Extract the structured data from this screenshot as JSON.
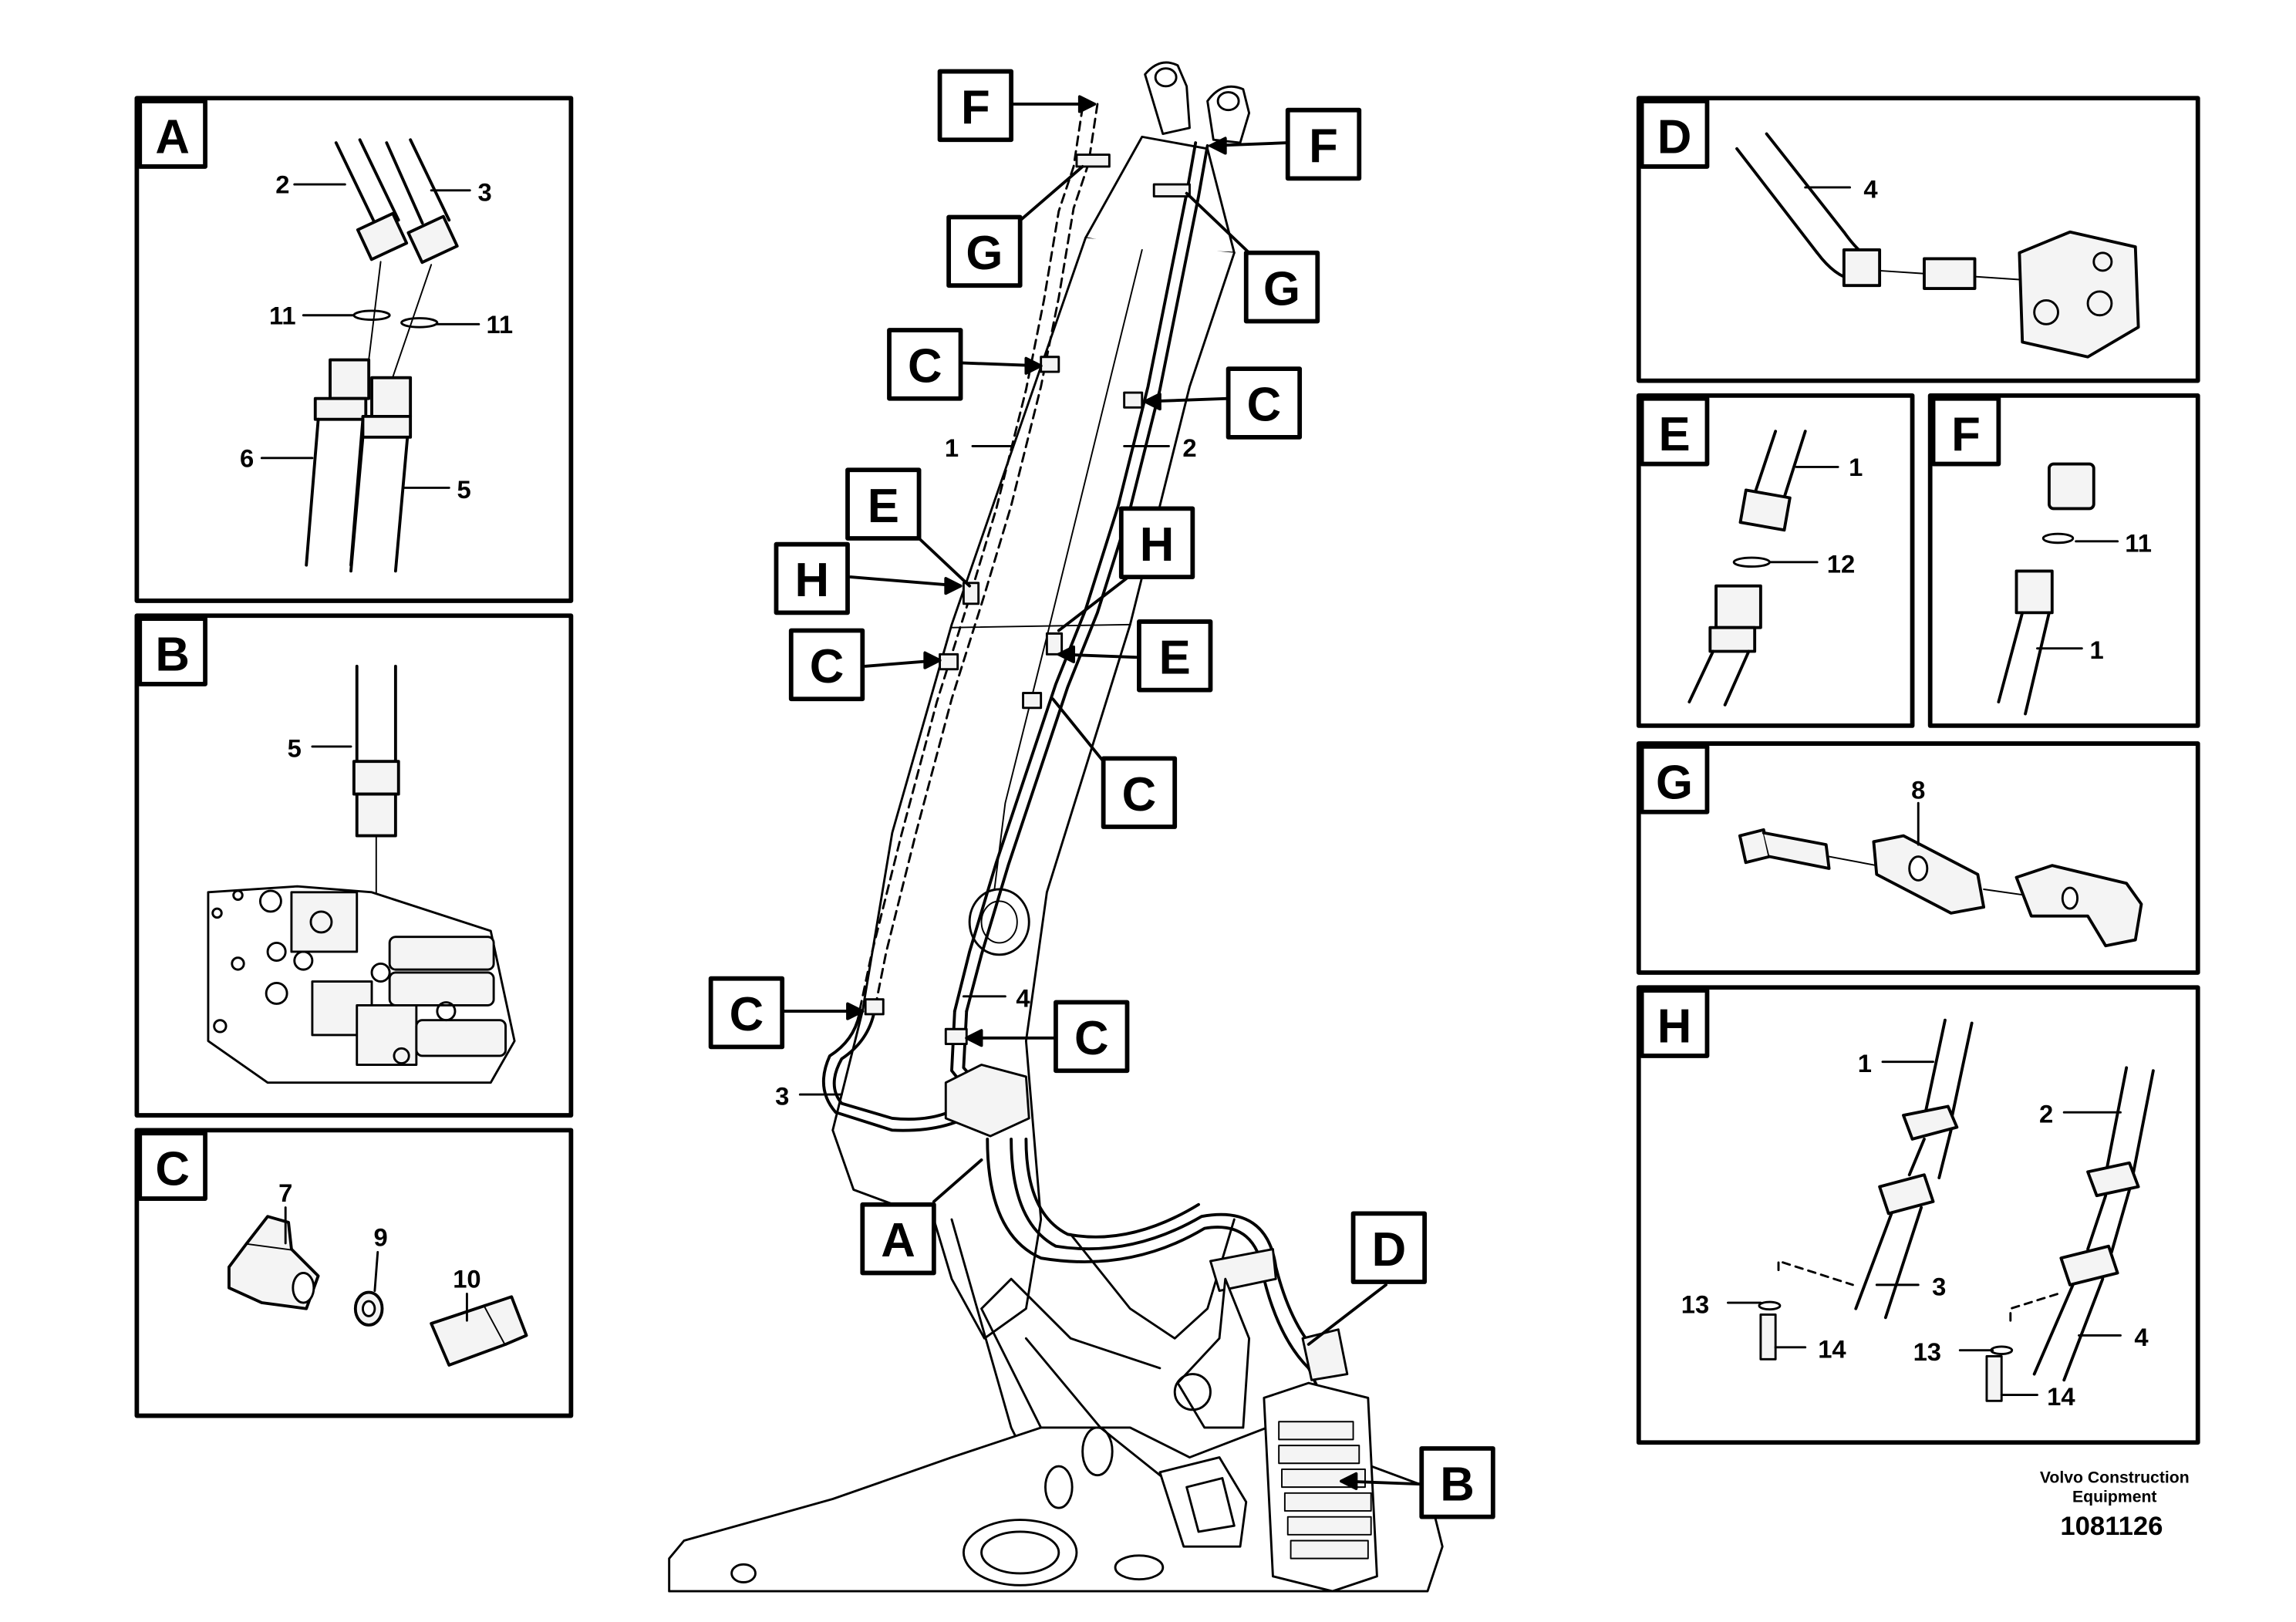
{
  "panels": {
    "A": {
      "letter": "A",
      "parts": {
        "p2": "2",
        "p3": "3",
        "p11a": "11",
        "p11b": "11",
        "p6": "6",
        "p5": "5"
      }
    },
    "B": {
      "letter": "B",
      "parts": {
        "p5": "5"
      }
    },
    "C": {
      "letter": "C",
      "parts": {
        "p7": "7",
        "p9": "9",
        "p10": "10"
      }
    },
    "D": {
      "letter": "D",
      "parts": {
        "p4": "4"
      }
    },
    "E": {
      "letter": "E",
      "parts": {
        "p1": "1",
        "p12": "12"
      }
    },
    "F": {
      "letter": "F",
      "parts": {
        "p11": "11",
        "p1": "1"
      }
    },
    "G": {
      "letter": "G",
      "parts": {
        "p8": "8"
      }
    },
    "H": {
      "letter": "H",
      "parts": {
        "p1": "1",
        "p2": "2",
        "p3": "3",
        "p4": "4",
        "p13a": "13",
        "p14a": "14",
        "p13b": "13",
        "p14b": "14"
      }
    }
  },
  "main": {
    "callouts": [
      "F",
      "F",
      "G",
      "G",
      "C",
      "C",
      "E",
      "H",
      "H",
      "C",
      "E",
      "C",
      "C",
      "C",
      "A",
      "D",
      "B"
    ],
    "parts": {
      "p1": "1",
      "p2": "2",
      "p3": "3",
      "p4": "4"
    }
  },
  "footer": {
    "company_line1": "Volvo Construction",
    "company_line2": "Equipment",
    "drawing_number": "1081126"
  },
  "colors": {
    "ink": "#000000",
    "background": "#ffffff",
    "part_fill": "#f4f4f4"
  }
}
